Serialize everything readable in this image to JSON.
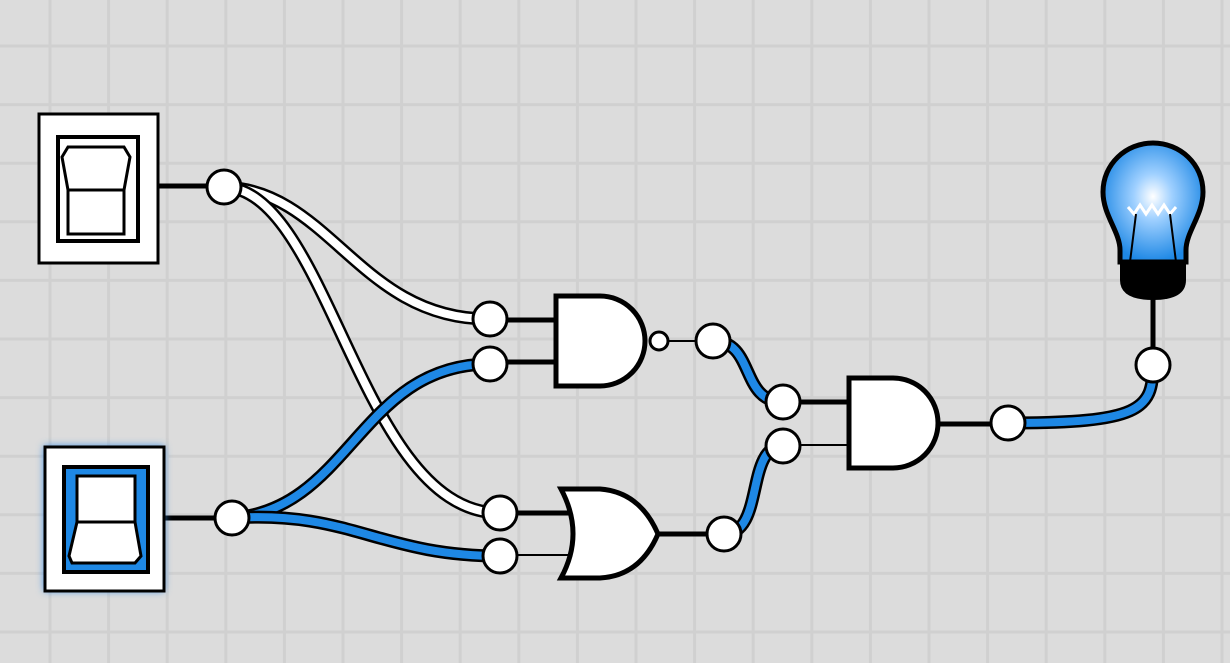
{
  "canvas": {
    "background": "#dcdcdc",
    "grid_color": "#d0d0d0",
    "grid": true
  },
  "colors": {
    "wire_on": "#1e88e5",
    "wire_off": "#ffffff",
    "outline": "#000000",
    "glow": "#3a8ee6"
  },
  "components": [
    {
      "id": "switch-1",
      "type": "toggle-switch",
      "state": "off"
    },
    {
      "id": "switch-2",
      "type": "toggle-switch",
      "state": "on"
    },
    {
      "id": "gate-nand",
      "type": "nand-gate",
      "output": "on"
    },
    {
      "id": "gate-or",
      "type": "or-gate",
      "output": "on"
    },
    {
      "id": "gate-and",
      "type": "and-gate",
      "output": "on"
    },
    {
      "id": "bulb",
      "type": "light-bulb",
      "state": "on"
    }
  ]
}
